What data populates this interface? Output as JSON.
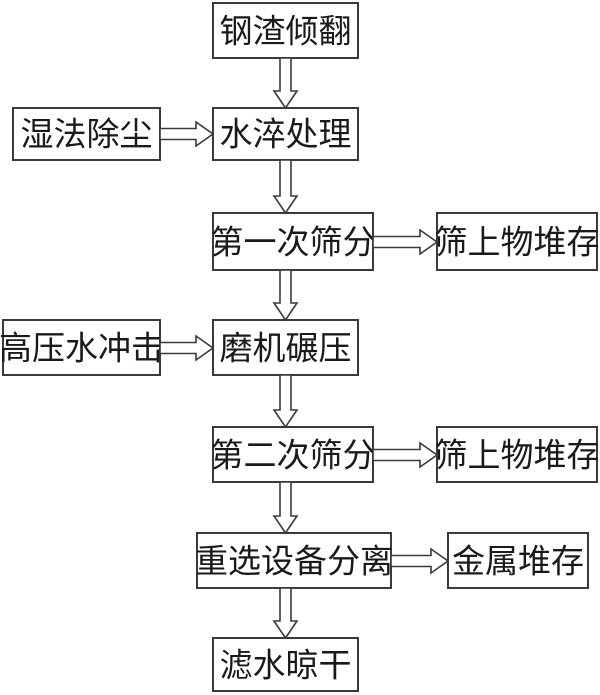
{
  "flowchart": {
    "steps": {
      "slag_tipping": "钢渣倾翻",
      "wet_dedusting": "湿法除尘",
      "water_quenching": "水淬处理",
      "first_screening": "第一次筛分",
      "oversize_storage_1": "筛上物堆存",
      "high_pressure_water": "高压水冲击",
      "mill_crushing": "磨机碾压",
      "second_screening": "第二次筛分",
      "oversize_storage_2": "筛上物堆存",
      "gravity_separation": "重选设备分离",
      "metal_storage": "金属堆存",
      "dewatering_drying": "滤水晾干"
    }
  }
}
